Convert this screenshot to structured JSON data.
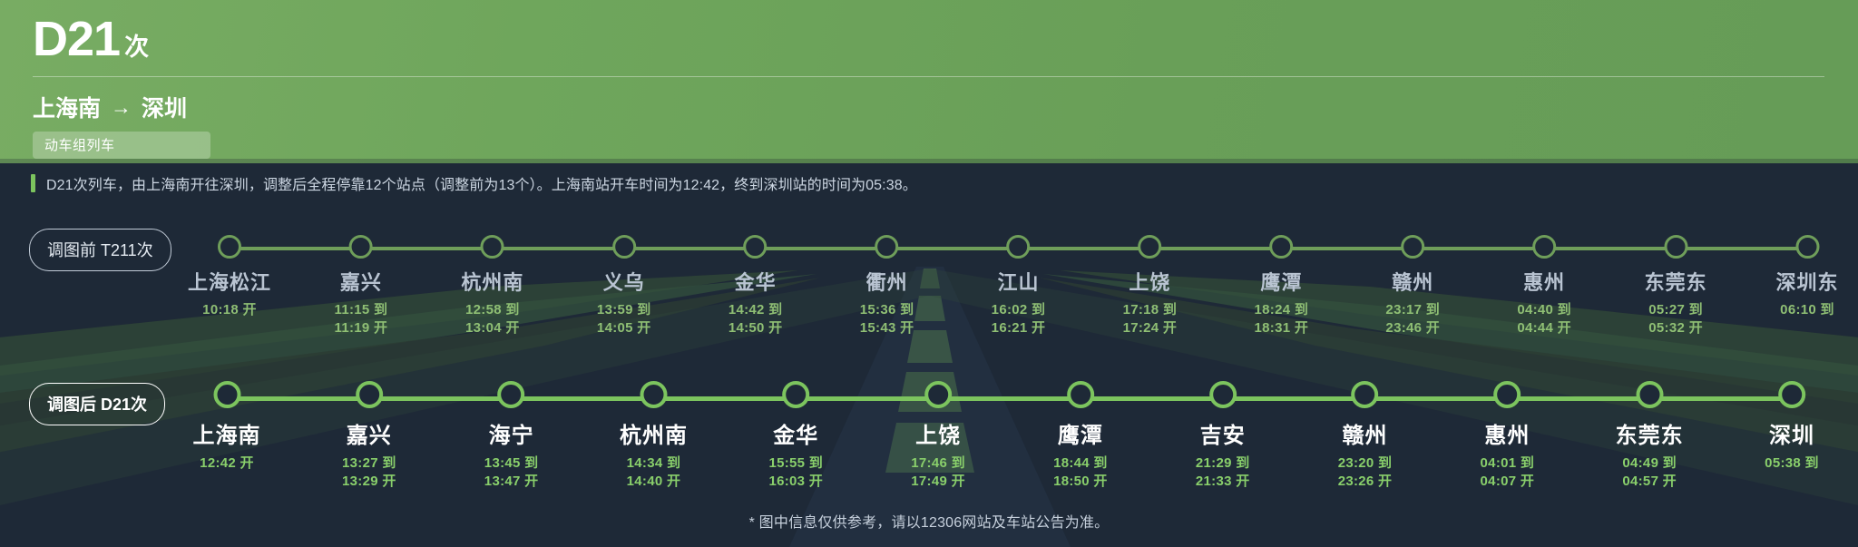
{
  "header": {
    "train_number": "D21",
    "train_number_suffix": "次",
    "origin": "上海南",
    "arrow": "→",
    "destination": "深圳",
    "train_type": "动车组列车",
    "brand_green": "#6fa65c"
  },
  "note": {
    "text": "D21次列车，由上海南开往深圳，调整后全程停靠12个站点（调整前为13个）。上海南站开车时间为12:42，终到深圳站的时间为05:38。",
    "accent_color": "#7cc45e"
  },
  "timelines": [
    {
      "id": "before",
      "tag": "调图前 T211次",
      "line_color": "#6f9e5a",
      "stations": [
        {
          "name": "上海松江",
          "arrive": "",
          "depart": "10:18 开"
        },
        {
          "name": "嘉兴",
          "arrive": "11:15 到",
          "depart": "11:19 开"
        },
        {
          "name": "杭州南",
          "arrive": "12:58 到",
          "depart": "13:04 开"
        },
        {
          "name": "义乌",
          "arrive": "13:59 到",
          "depart": "14:05 开"
        },
        {
          "name": "金华",
          "arrive": "14:42 到",
          "depart": "14:50 开"
        },
        {
          "name": "衢州",
          "arrive": "15:36 到",
          "depart": "15:43 开"
        },
        {
          "name": "江山",
          "arrive": "16:02 到",
          "depart": "16:21 开"
        },
        {
          "name": "上饶",
          "arrive": "17:18 到",
          "depart": "17:24 开"
        },
        {
          "name": "鹰潭",
          "arrive": "18:24 到",
          "depart": "18:31 开"
        },
        {
          "name": "赣州",
          "arrive": "23:17 到",
          "depart": "23:46 开"
        },
        {
          "name": "惠州",
          "arrive": "04:40 到",
          "depart": "04:44 开"
        },
        {
          "name": "东莞东",
          "arrive": "05:27 到",
          "depart": "05:32 开"
        },
        {
          "name": "深圳东",
          "arrive": "06:10 到",
          "depart": ""
        }
      ]
    },
    {
      "id": "after",
      "tag": "调图后 D21次",
      "line_color": "#7cc45e",
      "stations": [
        {
          "name": "上海南",
          "arrive": "",
          "depart": "12:42 开"
        },
        {
          "name": "嘉兴",
          "arrive": "13:27 到",
          "depart": "13:29 开"
        },
        {
          "name": "海宁",
          "arrive": "13:45 到",
          "depart": "13:47 开"
        },
        {
          "name": "杭州南",
          "arrive": "14:34 到",
          "depart": "14:40 开"
        },
        {
          "name": "金华",
          "arrive": "15:55 到",
          "depart": "16:03 开"
        },
        {
          "name": "上饶",
          "arrive": "17:46 到",
          "depart": "17:49 开"
        },
        {
          "name": "鹰潭",
          "arrive": "18:44 到",
          "depart": "18:50 开"
        },
        {
          "name": "吉安",
          "arrive": "21:29 到",
          "depart": "21:33 开"
        },
        {
          "name": "赣州",
          "arrive": "23:20 到",
          "depart": "23:26 开"
        },
        {
          "name": "惠州",
          "arrive": "04:01 到",
          "depart": "04:07 开"
        },
        {
          "name": "东莞东",
          "arrive": "04:49 到",
          "depart": "04:57 开"
        },
        {
          "name": "深圳",
          "arrive": "05:38 到",
          "depart": ""
        }
      ]
    }
  ],
  "footer": {
    "disclaimer": "* 图中信息仅供参考，请以12306网站及车站公告为准。"
  }
}
